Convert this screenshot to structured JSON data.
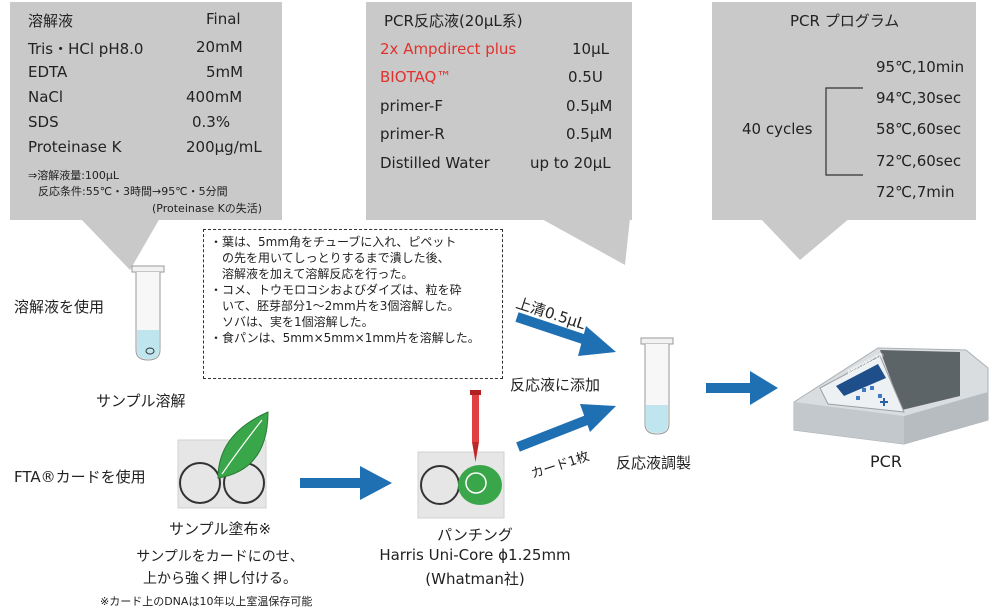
{
  "box_lysis": {
    "header_left": "溶解液",
    "header_right": "Final",
    "rows": [
      {
        "name": "Tris・HCl pH8.0",
        "value": "20mM"
      },
      {
        "name": "EDTA",
        "value": "5mM"
      },
      {
        "name": "NaCl",
        "value": "400mM"
      },
      {
        "name": "SDS",
        "value": "0.3%"
      },
      {
        "name": "Proteinase K",
        "value": "200μg/mL"
      }
    ],
    "note1": "⇒溶解液量:100μL",
    "note2": "反応条件:55℃・3時間→95℃・5分間",
    "note3": "(Proteinase Kの失活)"
  },
  "box_pcr": {
    "title": "PCR反応液(20μL系)",
    "rows": [
      {
        "name": "2x Ampdirect plus",
        "value": "10μL",
        "red": true
      },
      {
        "name": "BIOTAQ™",
        "value": "0.5U",
        "red": true
      },
      {
        "name": "primer-F",
        "value": "0.5μM",
        "red": false
      },
      {
        "name": "primer-R",
        "value": "0.5μM",
        "red": false
      },
      {
        "name": "Distilled Water",
        "value": "up to 20μL",
        "red": false
      }
    ]
  },
  "box_program": {
    "title": "PCR プログラム",
    "step_initial": "95℃,10min",
    "cycles_label": "40 cycles",
    "cycle_steps": [
      "94℃,30sec",
      "58℃,60sec",
      "72℃,60sec"
    ],
    "step_final": "72℃,7min"
  },
  "note_lines": [
    "・葉は、5mm角をチューブに入れ、ピペット",
    "　の先を用いてしっとりするまで潰した後、",
    "　溶解液を加えて溶解反応を行った。",
    "・コメ、トウモロコシおよびダイズは、粒を砕",
    "　いて、胚芽部分1〜2mm片を3個溶解した。",
    "　ソバは、実を1個溶解した。",
    "・食パンは、5mm×5mm×1mm片を溶解した。"
  ],
  "labels": {
    "use_lysis": "溶解液を使用",
    "sample_lysis": "サンプル溶解",
    "use_fta": "FTA®カードを使用",
    "sample_apply": "サンプル塗布※",
    "sample_apply_desc1": "サンプルをカードにのせ、",
    "sample_apply_desc2": "上から強く押し付ける。",
    "footnote": "※カード上のDNAは10年以上室温保存可能",
    "punching": "パンチング",
    "punch_tool": "Harris Uni-Core ϕ1.25mm",
    "punch_maker": "(Whatman社)",
    "supernatant": "上清0.5μL",
    "add_to_reaction": "反応液に添加",
    "one_card": "カード1枚",
    "reaction_prep": "反応液調製",
    "pcr": "PCR",
    "machine_brand": "AMPDIRECT®"
  },
  "colors": {
    "callout_gray": "#c9c9c9",
    "arrow_blue": "#1f6fb3",
    "red_text": "#e0322d",
    "liquid": "#bfe6ee",
    "leaf_green": "#3aa64a"
  }
}
